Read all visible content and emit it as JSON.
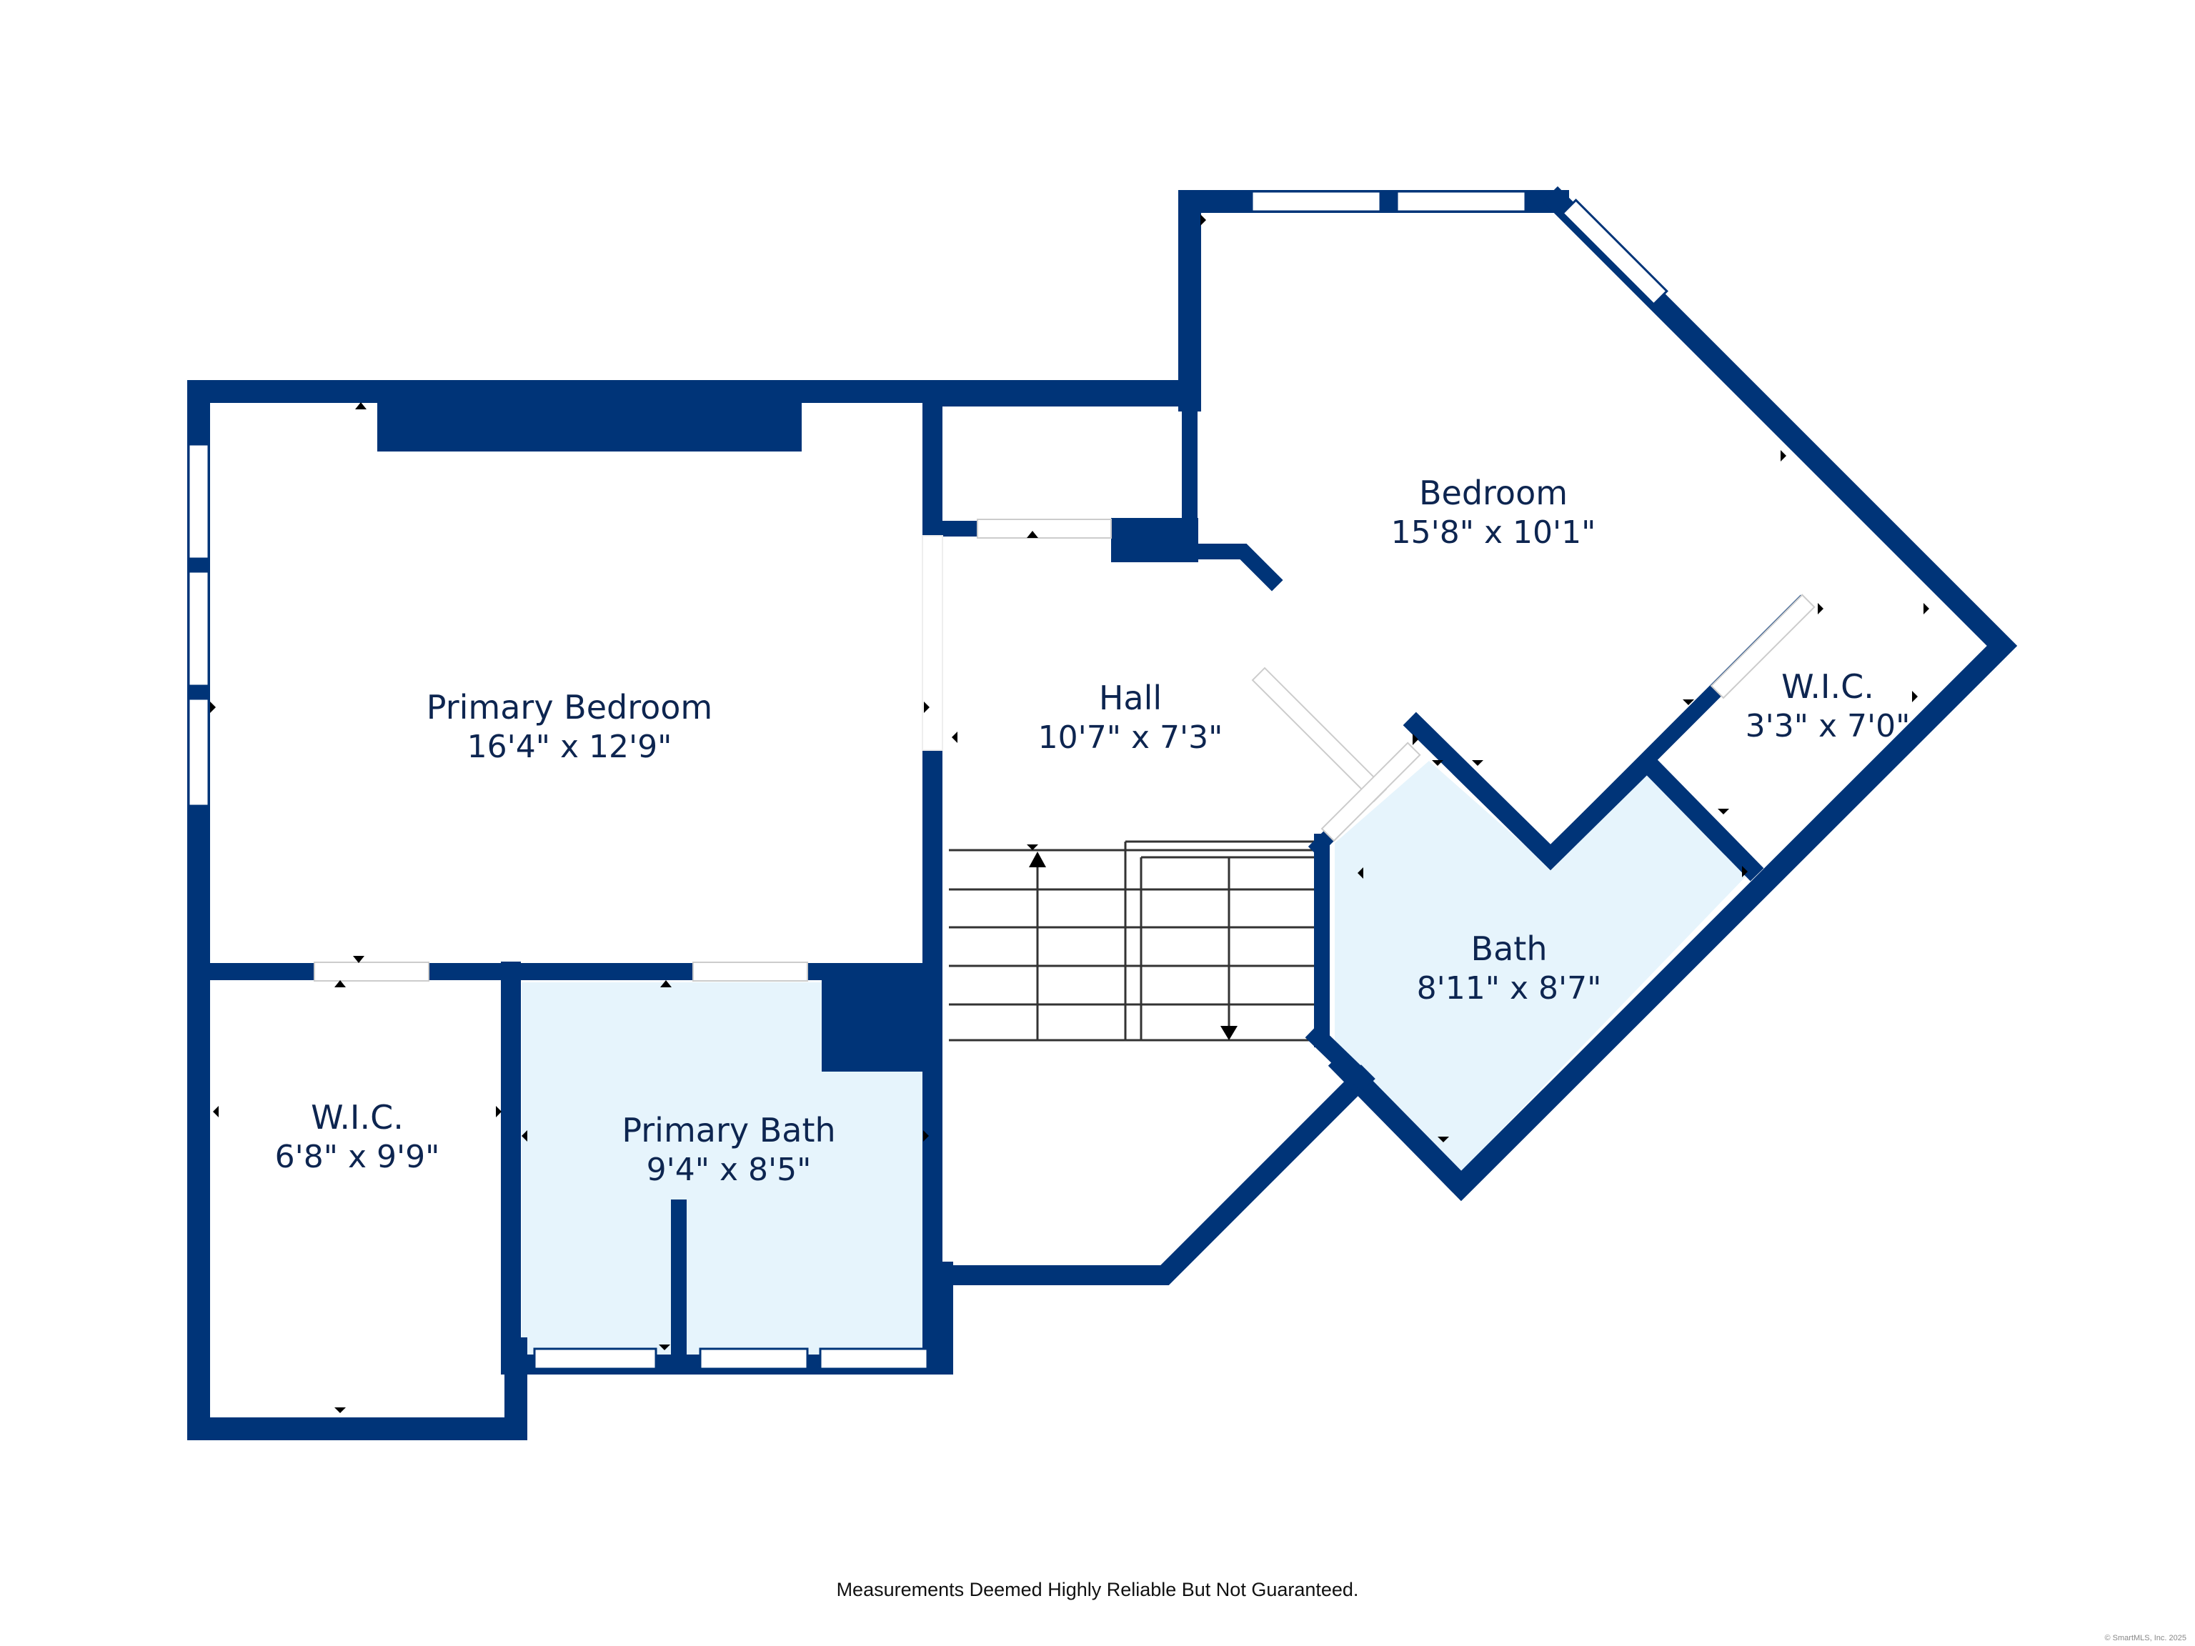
{
  "colors": {
    "wall": "#003478",
    "bath_fill": "#e6f4fc",
    "background": "#ffffff",
    "label": "#0d2550"
  },
  "rooms": [
    {
      "id": "primary_bedroom",
      "name": "Primary Bedroom",
      "dimensions": "16'4\" x 12'9\""
    },
    {
      "id": "hall",
      "name": "Hall",
      "dimensions": "10'7\" x 7'3\""
    },
    {
      "id": "bedroom",
      "name": "Bedroom",
      "dimensions": "15'8\" x 10'1\""
    },
    {
      "id": "wic_small",
      "name": "W.I.C.",
      "dimensions": "3'3\" x 7'0\""
    },
    {
      "id": "bath",
      "name": "Bath",
      "dimensions": "8'11\" x 8'7\""
    },
    {
      "id": "wic_large",
      "name": "W.I.C.",
      "dimensions": "6'8\" x 9'9\""
    },
    {
      "id": "primary_bath",
      "name": "Primary Bath",
      "dimensions": "9'4\" x 8'5\""
    }
  ],
  "footer": {
    "disclaimer": "Measurements Deemed Highly Reliable But Not Guaranteed.",
    "copyright": "© SmartMLS, Inc. 2025"
  }
}
